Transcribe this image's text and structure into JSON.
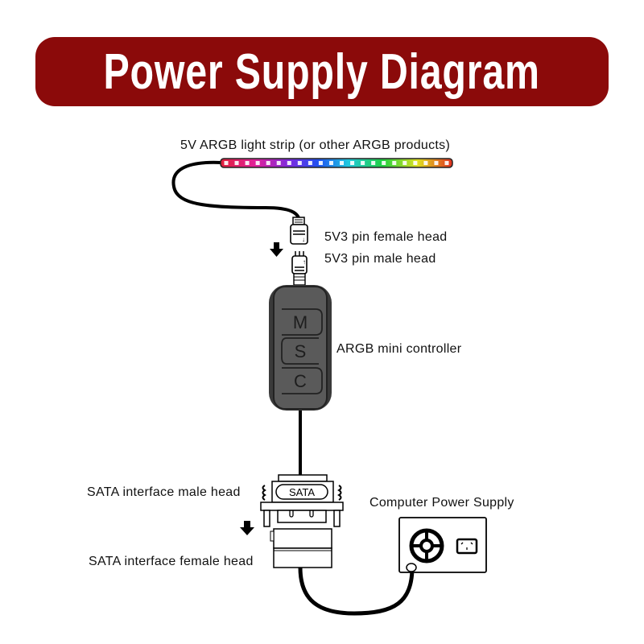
{
  "title": "Power Supply Diagram",
  "colors": {
    "banner": "#8b0a0a",
    "banner_text": "#ffffff",
    "controller_body": "#555555",
    "cable": "#000000"
  },
  "labels": {
    "light_strip": "5V ARGB light strip (or other ARGB products)",
    "female_3pin": "5V3 pin female head",
    "male_3pin": "5V3 pin male head",
    "controller": "ARGB mini controller",
    "sata_male": "SATA interface male head",
    "sata_female": "SATA interface female head",
    "power_supply": "Computer Power Supply"
  },
  "controller_buttons": [
    "M",
    "S",
    "C"
  ],
  "sata_plug_text": "SATA",
  "light_strip_leds": [
    "#ff2a55",
    "#ff2f88",
    "#ff33bb",
    "#e83ae8",
    "#b845ff",
    "#8050ff",
    "#4a5cff",
    "#2e7dff",
    "#27a9ff",
    "#23d3f0",
    "#22e8c8",
    "#25ee9a",
    "#2ef070",
    "#3cf04c",
    "#5ef03a",
    "#8cf036",
    "#bdf034",
    "#e8ec30",
    "#ffd02c",
    "#ffa028",
    "#ff6a24",
    "#ff3a22"
  ],
  "icons": [
    "arrow-down-icon",
    "arrow-down-icon",
    "fan-icon",
    "power-socket-icon"
  ]
}
